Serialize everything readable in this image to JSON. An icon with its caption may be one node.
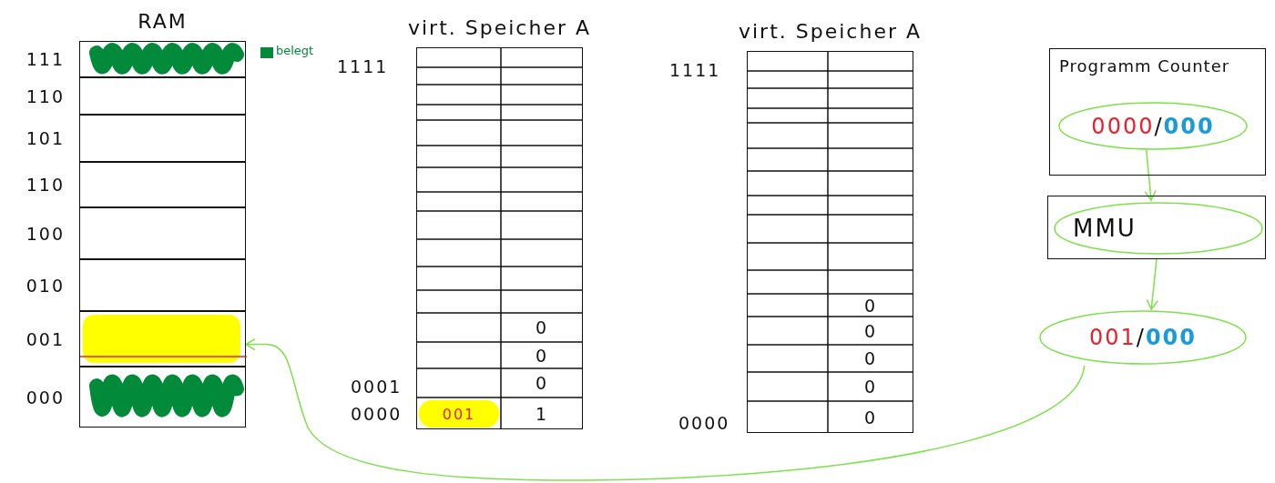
{
  "diagram": {
    "nodes": [
      {
        "text": [
          "RAM"
        ]
      },
      {
        "text": [],
        "shape": "box",
        "in": 0,
        "beside": [
          "111"
        ]
      },
      {
        "text": [],
        "shape": "box",
        "in": 0,
        "beside": [
          "110"
        ]
      },
      {
        "text": [],
        "shape": "box",
        "in": 0,
        "beside": [
          "101"
        ]
      },
      {
        "text": [],
        "shape": "box",
        "in": 0,
        "beside": [
          "110"
        ]
      },
      {
        "text": [],
        "shape": "box",
        "in": 0,
        "beside": [
          "100"
        ]
      },
      {
        "text": [],
        "shape": "box",
        "in": 0,
        "beside": [
          "010"
        ]
      },
      {
        "text": [],
        "shape": "box",
        "in": 0,
        "beside": [
          "001"
        ]
      },
      {
        "text": [],
        "shape": "box",
        "in": 0,
        "beside": [
          "000"
        ]
      },
      {
        "text": [
          "virt. Speicher A"
        ]
      },
      {
        "text": [
          "0"
        ],
        "in": 9
      },
      {
        "text": [
          "0"
        ],
        "in": 9
      },
      {
        "text": [
          "0"
        ],
        "in": 9
      },
      {
        "text": [
          "001"
        ],
        "in": 9
      },
      {
        "text": [
          "1"
        ],
        "in": 9
      },
      {
        "text": [
          "virt. Speicher A"
        ]
      },
      {
        "text": [
          "0"
        ],
        "in": 15
      },
      {
        "text": [
          "0"
        ],
        "in": 15
      },
      {
        "text": [
          "0"
        ],
        "in": 15
      },
      {
        "text": [
          "0"
        ],
        "in": 15
      },
      {
        "text": [
          "0"
        ],
        "in": 15
      },
      {
        "text": [
          "Programm Counter"
        ]
      },
      {
        "text": [
          "0000/000"
        ],
        "in": 21
      },
      {
        "text": [],
        "shape": "box"
      },
      {
        "text": [
          "MMU"
        ],
        "in": 23
      },
      {
        "text": [
          "001/000"
        ]
      }
    ],
    "edges": [
      {
        "from": 22,
        "to": 24,
        "arrow": "to"
      },
      {
        "from": 23,
        "to": 25,
        "arrow": "to"
      },
      {
        "from": 25,
        "to": 7,
        "arrow": "to"
      }
    ],
    "labels": [
      "1111",
      "0001",
      "0000",
      "1111",
      "0000"
    ],
    "legend": [
      {
        "text": "belegt",
        "color": "#008a3a"
      }
    ]
  }
}
